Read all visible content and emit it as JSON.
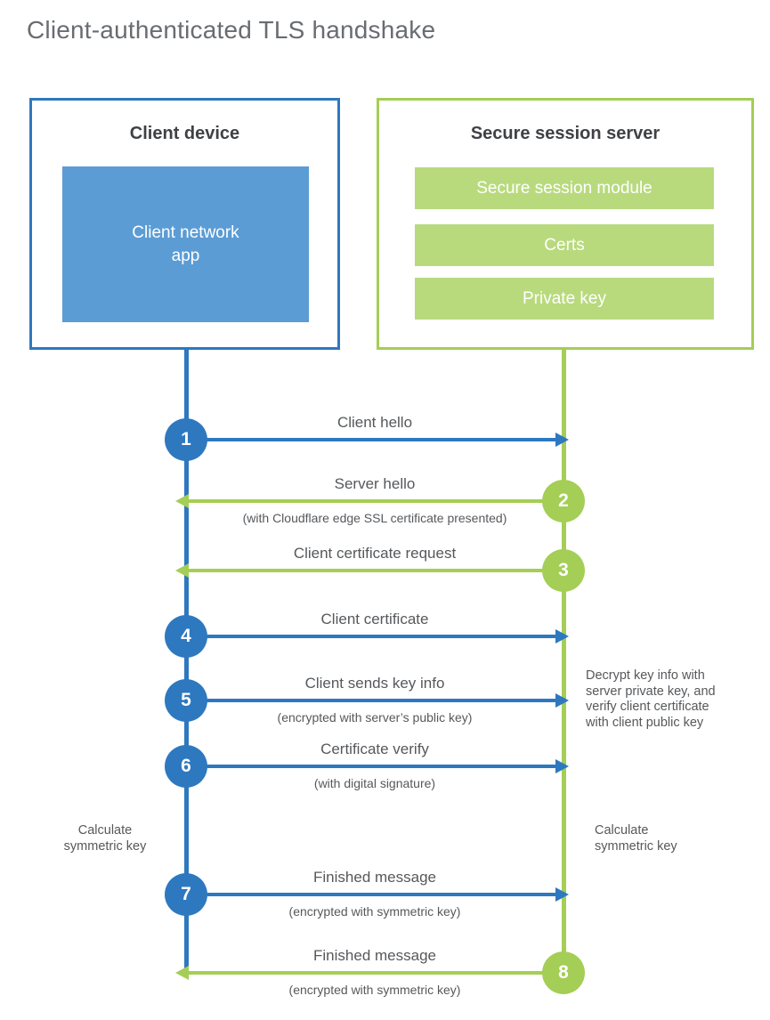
{
  "page": {
    "title": "Client-authenticated TLS handshake"
  },
  "colors": {
    "blue": "#2e78bf",
    "blue_fill": "#5b9cd5",
    "green": "#a4ce55",
    "green_fill": "#b8da7d",
    "heading_text": "#3f4145",
    "label_text": "#56585b",
    "title_text": "#696c70"
  },
  "client": {
    "heading": "Client device",
    "app_label": "Client network\napp"
  },
  "server": {
    "heading": "Secure session server",
    "modules": [
      "Secure session module",
      "Certs",
      "Private key"
    ]
  },
  "steps": [
    {
      "num": "1",
      "from": "client",
      "label": "Client hello",
      "sub": ""
    },
    {
      "num": "2",
      "from": "server",
      "label": "Server hello",
      "sub": "(with Cloudflare edge SSL certificate presented)"
    },
    {
      "num": "3",
      "from": "server",
      "label": "Client certificate request",
      "sub": ""
    },
    {
      "num": "4",
      "from": "client",
      "label": "Client certificate",
      "sub": ""
    },
    {
      "num": "5",
      "from": "client",
      "label": "Client sends key info",
      "sub": "(encrypted with server’s public key)"
    },
    {
      "num": "6",
      "from": "client",
      "label": "Certificate verify",
      "sub": "(with digital signature)"
    },
    {
      "num": "7",
      "from": "client",
      "label": "Finished message",
      "sub": "(encrypted with symmetric key)"
    },
    {
      "num": "8",
      "from": "server",
      "label": "Finished message",
      "sub": "(encrypted with symmetric key)"
    }
  ],
  "notes": {
    "decrypt": "Decrypt key info with\nserver private key, and\nverify client certificate\nwith client public key",
    "calc_left": "Calculate\nsymmetric key",
    "calc_right": "Calculate\nsymmetric key"
  }
}
